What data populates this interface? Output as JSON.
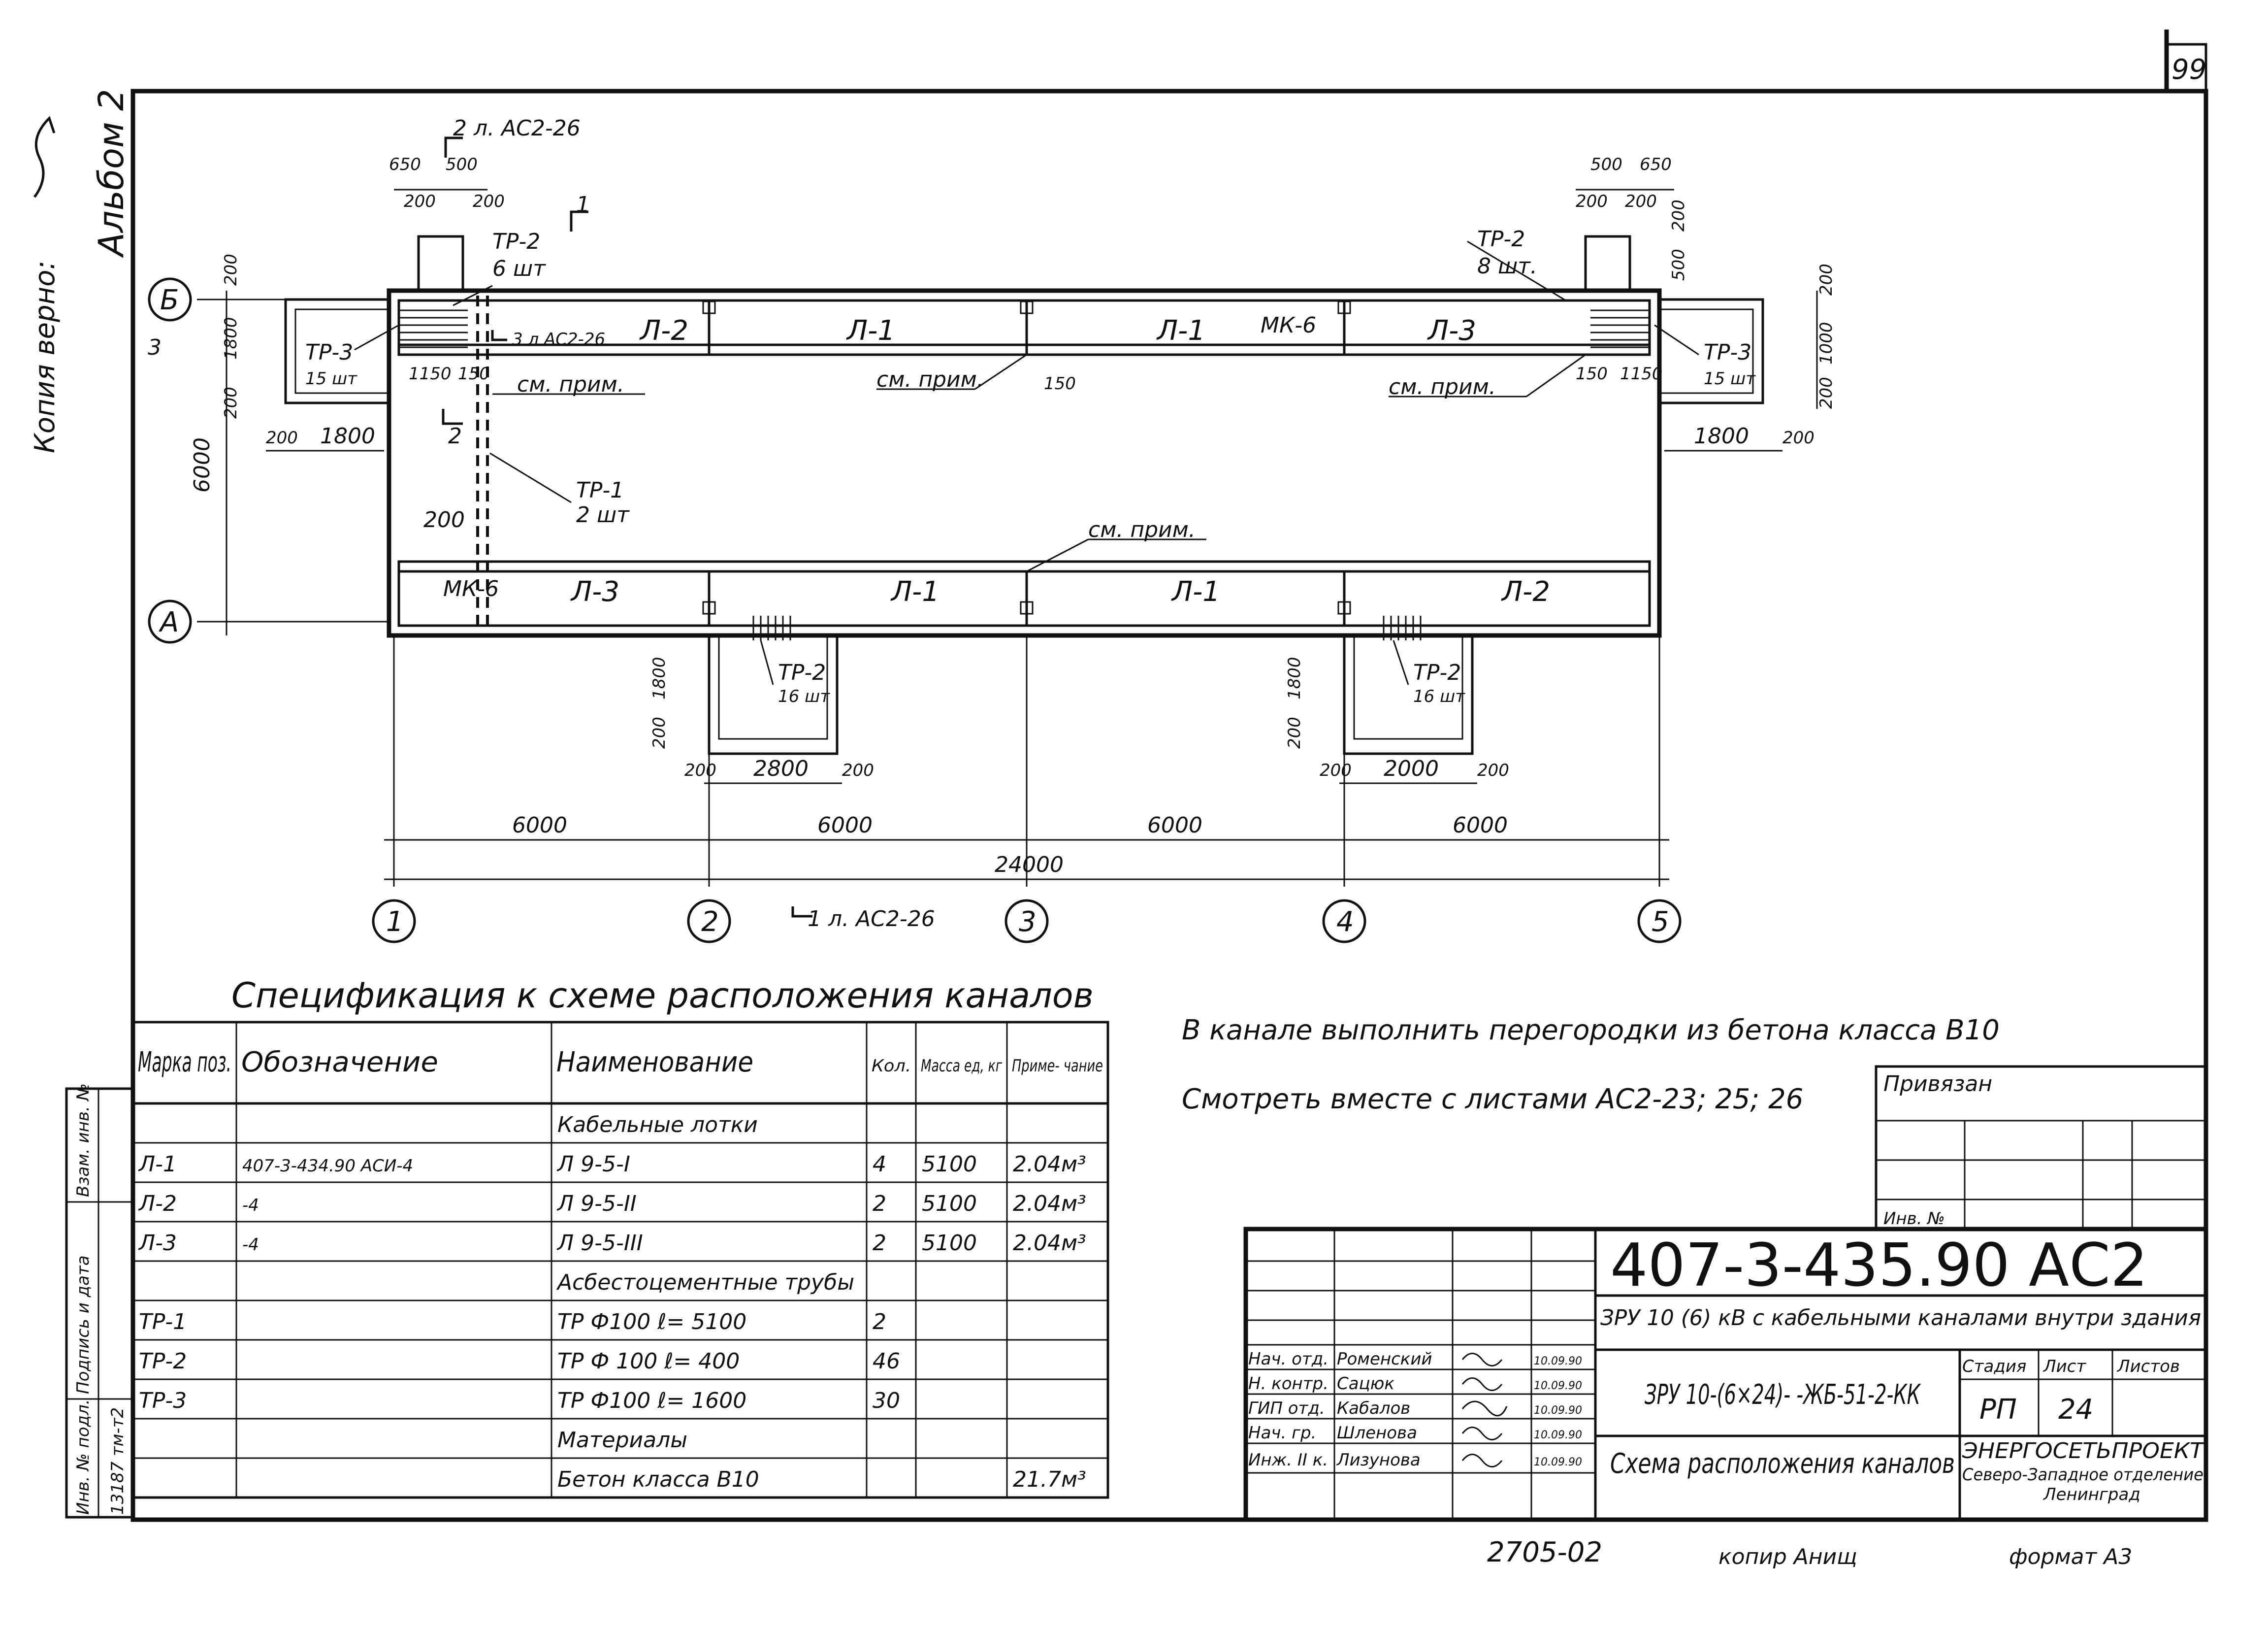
{
  "sheet": {
    "number": "99",
    "side_note_left": "Копия верно:",
    "album": "Альбом 2",
    "footer_code": "2705-02",
    "copied": "копир Анищ",
    "format": "формат А3"
  },
  "plan": {
    "axes_letters": [
      "Б",
      "А"
    ],
    "axes_numbers": [
      "1",
      "2",
      "3",
      "4",
      "5"
    ],
    "trays_top": [
      "Л-2",
      "Л-1",
      "Л-1",
      "Л-3"
    ],
    "trays_bottom": [
      "Л-3",
      "Л-1",
      "Л-1",
      "Л-2"
    ],
    "mk_top": "МК-6",
    "mk_bottom": "МК-6",
    "notes": {
      "tp2_top_left": "ТР-2",
      "tp2_top_left_qty": "6 шт",
      "tp2_top_right": "ТР-2",
      "tp2_top_right_qty": "8 шт.",
      "tp3_left": "ТР-3",
      "tp3_left_qty": "15 шт",
      "tp3_right": "ТР-3",
      "tp3_right_qty": "15 шт",
      "tp1": "ТР-1",
      "tp1_qty": "2 шт",
      "tp2_bot_left": "ТР-2",
      "tp2_bot_left_qty": "16 шт",
      "tp2_bot_right": "ТР-2",
      "tp2_bot_right_qty": "16 шт",
      "see_note": "см. прим."
    },
    "section_marks": {
      "top": "2 л. АС2-26",
      "bottom": "1 л. АС2-26",
      "mid": "3 л АС2-26",
      "m1": "1",
      "m2": "2",
      "m3": "3"
    },
    "dims": {
      "spans": [
        "6000",
        "6000",
        "6000",
        "6000"
      ],
      "total": "24000",
      "d200": "200",
      "d1800": "1800",
      "d6000": "6000",
      "d650": "650",
      "d500": "500",
      "d1150": "1150",
      "d150": "150",
      "d2800": "2800",
      "d2000": "2000",
      "d1000": "1000"
    }
  },
  "spec": {
    "title": "Спецификация к схеме расположения каналов",
    "headers": [
      "Марка поз.",
      "Обозначение",
      "Наименование",
      "Кол.",
      "Масса ед, кг",
      "Приме- чание"
    ],
    "rows": [
      [
        "",
        "",
        "Кабельные лотки",
        "",
        "",
        ""
      ],
      [
        "Л-1",
        "407-3-434.90 АСИ-4",
        "Л 9-5-I",
        "4",
        "5100",
        "2.04м³"
      ],
      [
        "Л-2",
        "-4",
        "Л 9-5-II",
        "2",
        "5100",
        "2.04м³"
      ],
      [
        "Л-3",
        "-4",
        "Л 9-5-III",
        "2",
        "5100",
        "2.04м³"
      ],
      [
        "",
        "",
        "Асбестоцементные трубы",
        "",
        "",
        ""
      ],
      [
        "ТР-1",
        "",
        "ТР Ф100 ℓ= 5100",
        "2",
        "",
        ""
      ],
      [
        "ТР-2",
        "",
        "ТР Ф 100 ℓ= 400",
        "46",
        "",
        ""
      ],
      [
        "ТР-3",
        "",
        "ТР Ф100 ℓ= 1600",
        "30",
        "",
        ""
      ],
      [
        "",
        "",
        "Материалы",
        "",
        "",
        ""
      ],
      [
        "",
        "",
        "Бетон класса В10",
        "",
        "",
        "21.7м³"
      ]
    ]
  },
  "notes_text": {
    "line1": "В канале выполнить перегородки из бетона класса В10",
    "line2": "Смотреть вместе с листами АС2-23; 25; 26"
  },
  "stamp": {
    "attached": "Привязан",
    "inv": "Инв. №",
    "code": "407-3-435.90 АС2",
    "project": "ЗРУ 10 (6) кВ с кабельными каналами внутри здания",
    "object": "ЗРУ 10-(6×24)- -ЖБ-51-2-КК",
    "sheet_title": "Схема расположения каналов",
    "stage_h": "Стадия",
    "sheet_h": "Лист",
    "sheets_h": "Листов",
    "stage": "РП",
    "sheet_no": "24",
    "org1": "ЭНЕРГОСЕТЬПРОЕКТ",
    "org2": "Северо-Западное отделение",
    "org3": "Ленинград",
    "people": [
      {
        "role": "Нач. отд.",
        "name": "Роменский",
        "date": "10.09.90"
      },
      {
        "role": "Н. контр.",
        "name": "Сацюк",
        "date": "10.09.90"
      },
      {
        "role": "ГИП отд.",
        "name": "Кабалов",
        "date": "10.09.90"
      },
      {
        "role": "Нач. гр.",
        "name": "Шленова",
        "date": "10.09.90"
      },
      {
        "role": "Инж. II к.",
        "name": "Лизунова",
        "date": "10.09.90"
      }
    ]
  },
  "side_stamp": {
    "c1": "Взам. инв. №",
    "c2": "Подпись и дата",
    "c3": "Инв. № подл.",
    "c4": "13187 тм-т2"
  }
}
